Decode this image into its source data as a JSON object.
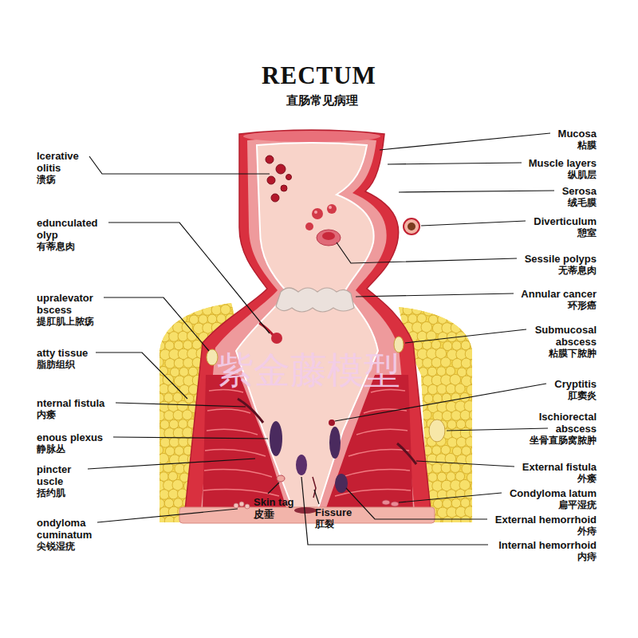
{
  "diagram": {
    "title": "RECTUM",
    "labels": [
      "直肠常见病理",
      "lcerative olitis",
      "溃疡",
      "edunculated olyp",
      "有蒂息肉",
      "upralevator bscess",
      "提肛肌上脓疡",
      "atty tissue",
      "脂肪组织",
      "nternal fistula",
      "内瘘",
      "enous plexus",
      "静脉丛",
      "pincter uscle",
      "括约肌",
      "ondyloma cuminatum",
      "尖锐湿疣",
      "Mucosa",
      "粘膜",
      "Muscle layers",
      "纵肌层",
      "Serosa",
      "绒毛膜",
      "Diverticulum",
      "憩室",
      "Sessile polyps",
      "无蒂息肉",
      "Annular cancer",
      "环形癌",
      "Submucosal abscess",
      "粘膜下脓肿",
      "Cryptitis",
      "肛窦炎",
      "Ischiorectal abscess",
      "坐骨直肠窝脓肿",
      "External fistula",
      "外瘘",
      "Condyloma latum",
      "扁平湿疣",
      "External hemorrhoid",
      "外痔",
      "Internal hemorrhoid",
      "内痔",
      "Skin tag皮垂",
      "Fissure",
      "肛裂",
      "紫金藤模型"
    ]
  }
}
